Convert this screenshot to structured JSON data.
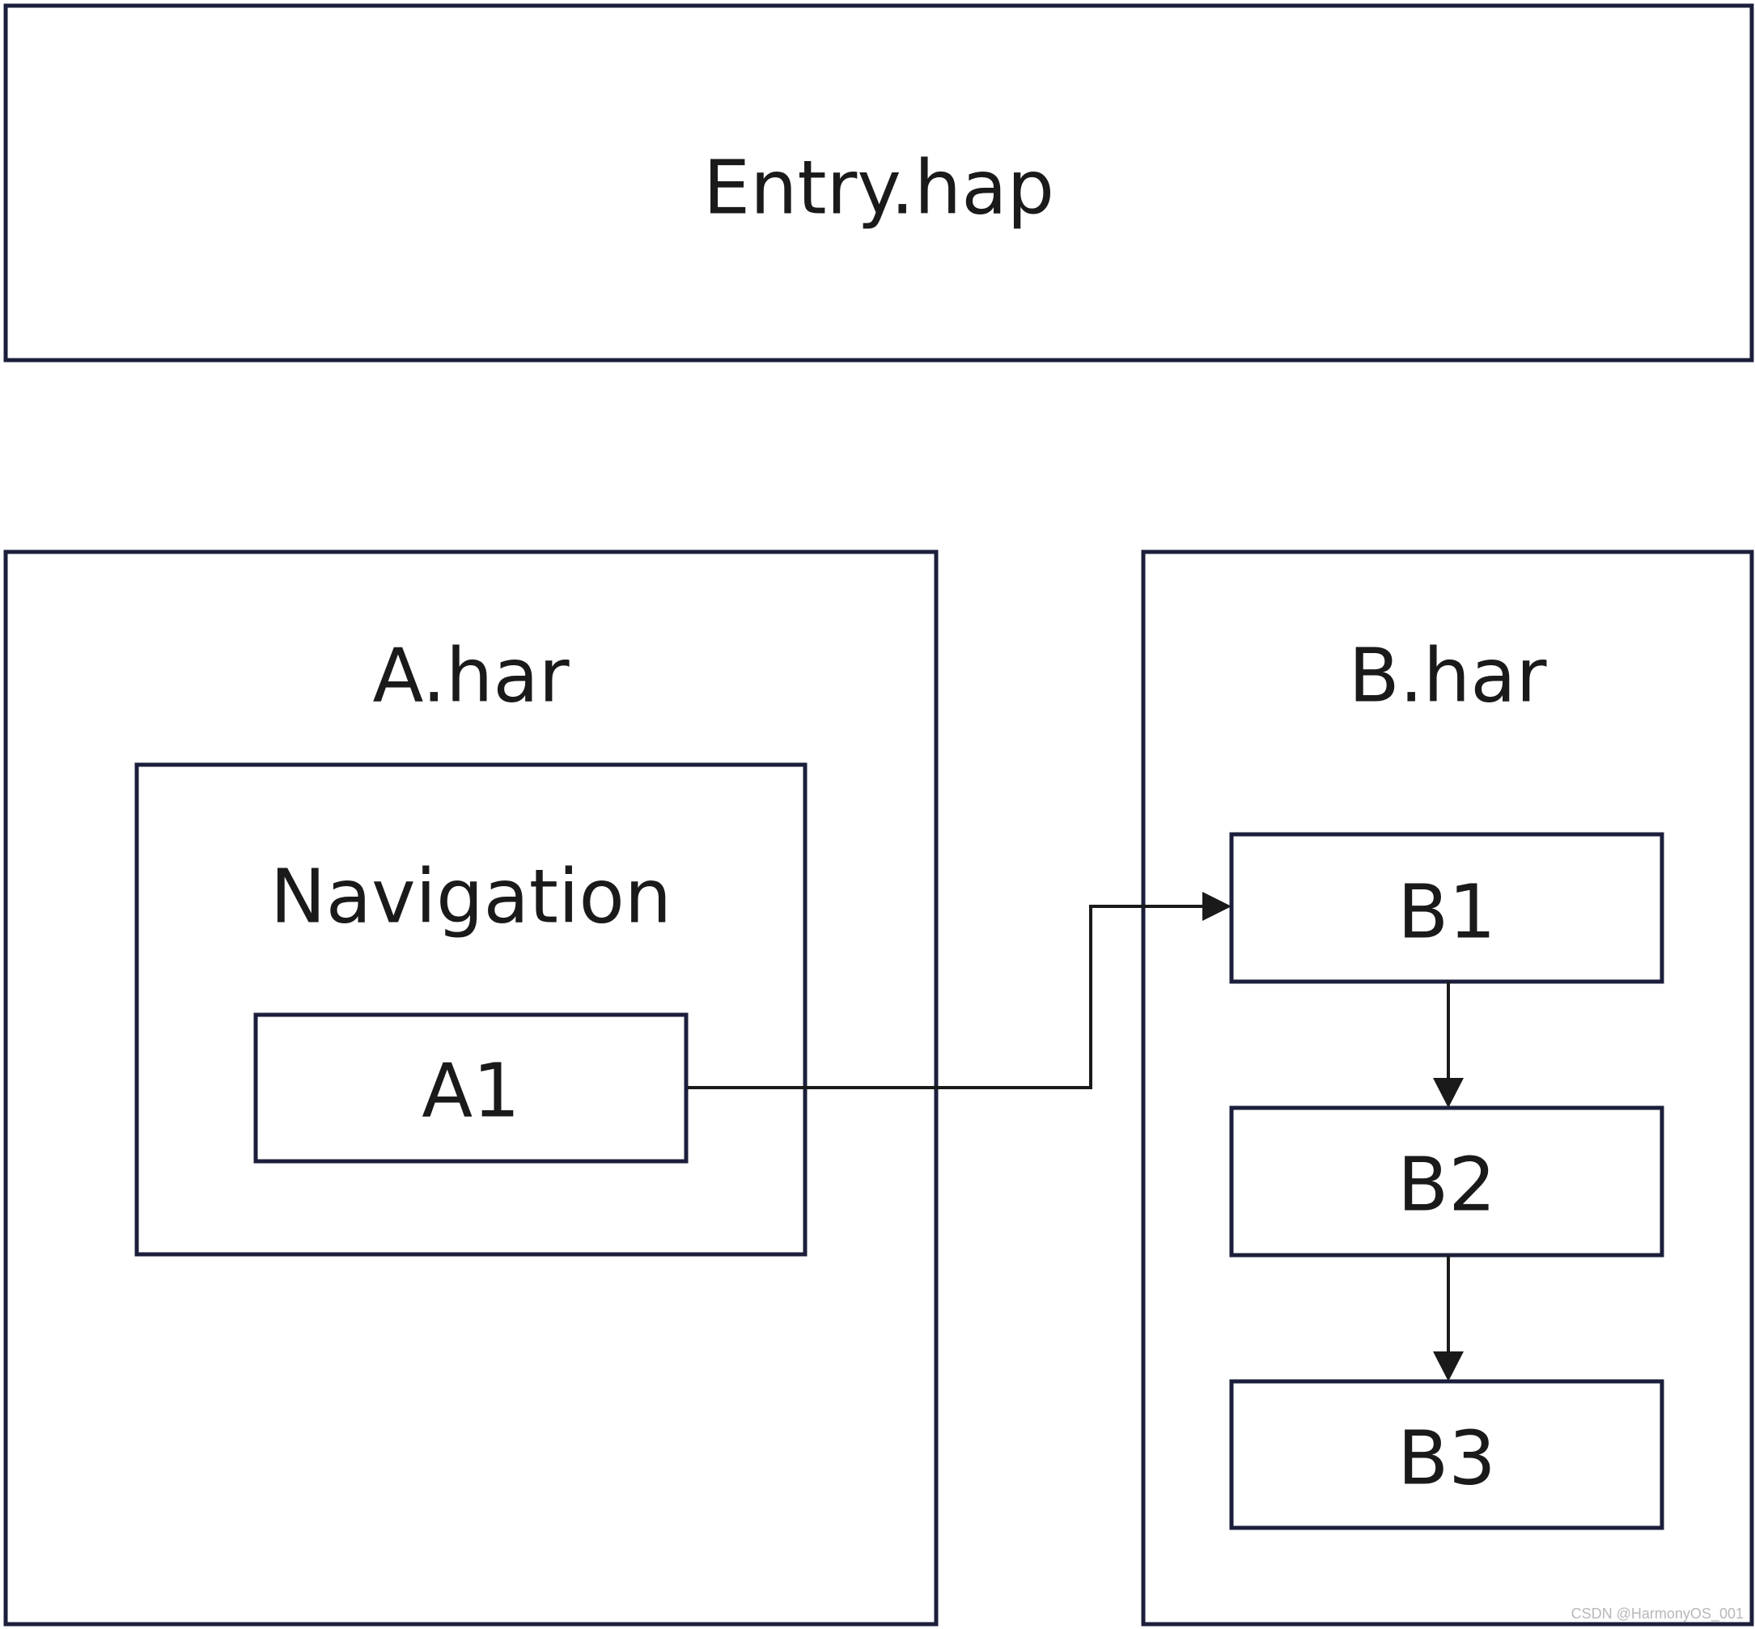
{
  "nodes": {
    "entry": "Entry.hap",
    "a_har": "A.har",
    "navigation": "Navigation",
    "a1": "A1",
    "b_har": "B.har",
    "b1": "B1",
    "b2": "B2",
    "b3": "B3"
  },
  "edges": [
    {
      "from": "A1",
      "to": "B1"
    },
    {
      "from": "B1",
      "to": "B2"
    },
    {
      "from": "B2",
      "to": "B3"
    }
  ],
  "colors": {
    "box_stroke": "#1b1f3b",
    "line": "#1a1a1a",
    "text": "#1a1a1a",
    "watermark": "#b8b8b8"
  },
  "watermark": "CSDN @HarmonyOS_001"
}
